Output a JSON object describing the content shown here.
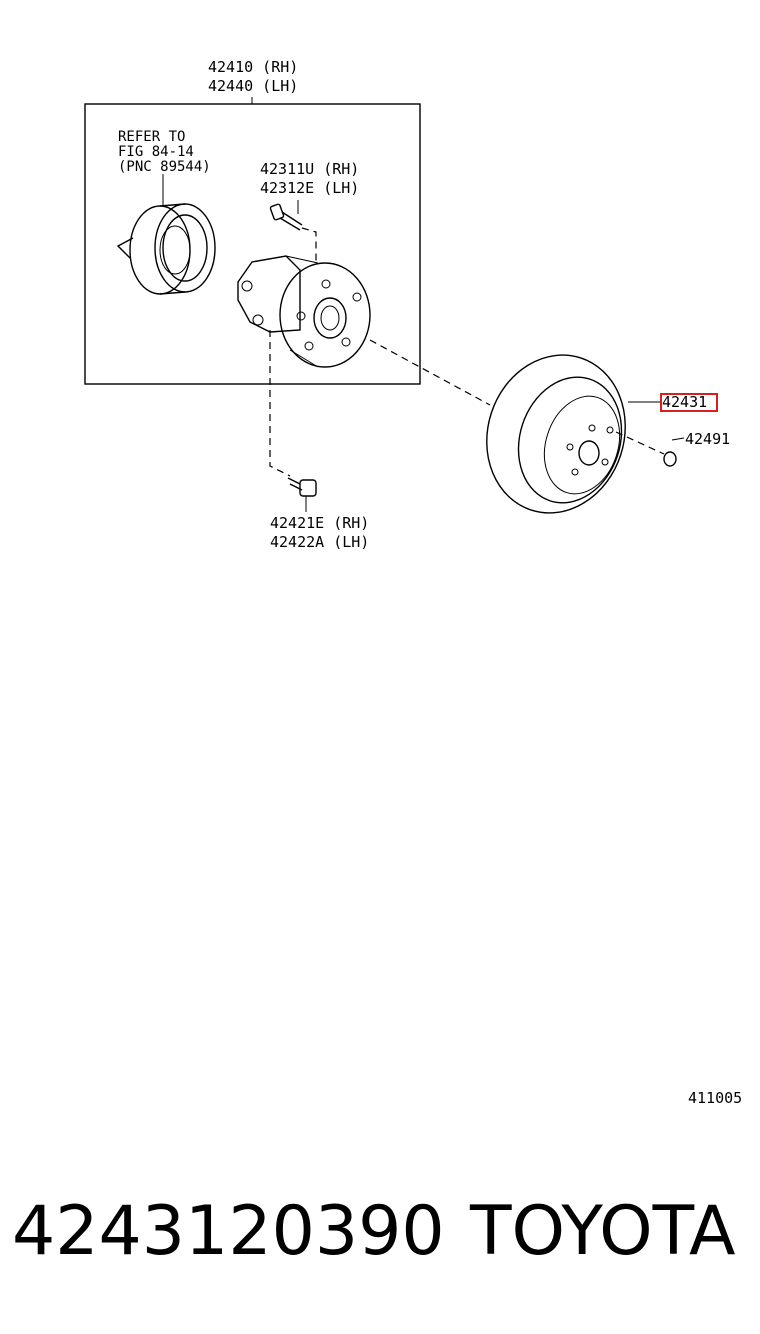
{
  "labels": {
    "assembly_rh": "42410 (RH)",
    "assembly_lh": "42440 (LH)",
    "refer_line1": "REFER TO",
    "refer_line2": "FIG 84-14",
    "refer_line3": "(PNC 89544)",
    "hub_bolt_rh": "42311U (RH)",
    "hub_bolt_lh": "42312E (LH)",
    "disc": "42431",
    "screw": "42491",
    "mount_bolt_rh": "42421E (RH)",
    "mount_bolt_lh": "42422A (LH)",
    "figure_number": "411005"
  },
  "footer": {
    "part_number": "4243120390",
    "brand": "TOYOTA"
  },
  "colors": {
    "highlight": "#d61f1f",
    "ink": "#000000"
  }
}
